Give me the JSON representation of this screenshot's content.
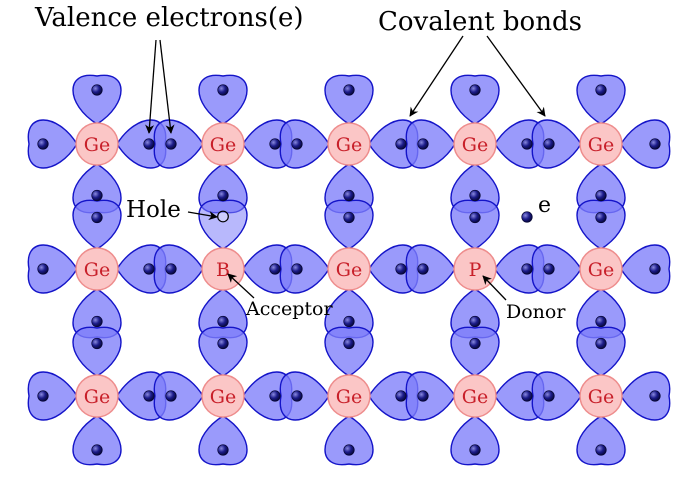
{
  "lattice": {
    "rows": [
      [
        "Ge",
        "Ge",
        "Ge",
        "Ge",
        "Ge"
      ],
      [
        "Ge",
        "B",
        "Ge",
        "P",
        "Ge"
      ],
      [
        "Ge",
        "Ge",
        "Ge",
        "Ge",
        "Ge"
      ]
    ]
  },
  "labels": {
    "valence": "Valence electrons(e)",
    "covalent": "Covalent bonds",
    "hole": "Hole",
    "free_electron": "e",
    "acceptor": "Acceptor",
    "donor": "Donor"
  },
  "colors": {
    "lobe_fill": "#7d7dfa",
    "lobe_stroke": "#1414c8",
    "atom_fill": "#fbc6c6",
    "atom_stroke": "#ee8d8d",
    "atom_text": "#c8202a",
    "electron": "#1a1a7a"
  }
}
